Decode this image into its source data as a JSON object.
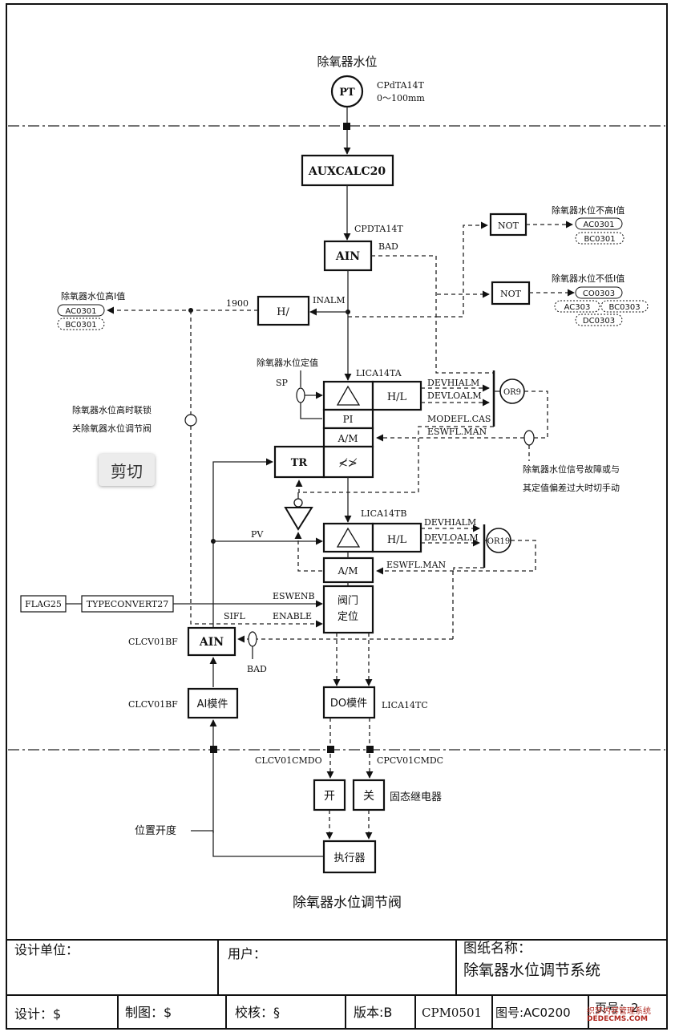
{
  "diagram": {
    "top_label": "除氧器水位",
    "pt": {
      "symbol": "PT",
      "tag": "CPdTA14T",
      "range": "0～100mm"
    },
    "auxcalc": "AUXCALC20",
    "cpdta14t": "CPDTA14T",
    "ain_top": "AIN",
    "bad_top": "BAD",
    "not1": {
      "label": "NOT",
      "title": "除氧器水位不高Ⅰ值",
      "tags": [
        "AC0301",
        "BC0301"
      ]
    },
    "not2": {
      "label": "NOT",
      "title": "除氧器水位不低Ⅰ值",
      "tags": [
        "CO0303",
        "AC303",
        "BC0303",
        "DC0303"
      ]
    },
    "h_block": "H/",
    "inalm": "INALM",
    "val_1900": "1900",
    "high_alarm": {
      "title": "除氧器水位高Ⅰ值",
      "tags": [
        "AC0301",
        "BC0301"
      ]
    },
    "interlock_line1": "除氧器水位高时联锁",
    "interlock_line2": "关除氧器水位调节阀",
    "setpoint_label": "除氧器水位定值",
    "sp": "SP",
    "lica14ta": "LICA14TA",
    "pi": "PI",
    "hl1": "H/L",
    "am1": "A/M",
    "tr": "TR",
    "devhialm1": "DEVHIALM",
    "devloalm1": "DEVLOALM",
    "modefl_cas": "MODEFL.CAS",
    "eswfl_man1": "ESWFL.MAN",
    "or9": "OR9",
    "fault_line1": "除氧器水位信号故障或与",
    "fault_line2": "其定值偏差过大时切手动",
    "lica14tb": "LICA14TB",
    "pv": "PV",
    "hl2": "H/L",
    "am2": "A/M",
    "devhialm2": "DEVHIALM",
    "devloalm2": "DEVLOALM",
    "eswfl_man2": "ESWFL.MAN",
    "or19": "OR19",
    "flag25": "FLAG25",
    "typeconvert27": "TYPECONVERT27",
    "eswenb": "ESWENB",
    "sifl": "SIFL",
    "enable": "ENABLE",
    "valve_pos_line1": "阀门",
    "valve_pos_line2": "定位",
    "clcv01bf_1": "CLCV01BF",
    "ain_low": "AIN",
    "bad_low": "BAD",
    "clcv01bf_2": "CLCV01BF",
    "ai_module": "AI模件",
    "do_module": "DO模件",
    "lica14tc": "LICA14TC",
    "clcv01cmdo": "CLCV01CMDO",
    "cpcv01cmdc": "CPCV01CMDC",
    "open": "开",
    "close": "关",
    "relay": "固态继电器",
    "position": "位置开度",
    "actuator": "执行器",
    "caption": "除氧器水位调节阀"
  },
  "title_block": {
    "design_unit": "设计单位：",
    "user": "用户：",
    "drawing_name_label": "图纸名称：",
    "drawing_name": "除氧器水位调节系统",
    "designer": "设计：$",
    "drafter": "制图：$",
    "checker": "校核：§",
    "version": "版本:B",
    "code": "CPM0501",
    "drawing_no": "图号:AC0200",
    "page": "页号：2"
  },
  "context_menu": {
    "cut": "剪切"
  },
  "watermark": {
    "line1": "织梦内容管理系统",
    "line2": "DEDECMS.COM"
  }
}
